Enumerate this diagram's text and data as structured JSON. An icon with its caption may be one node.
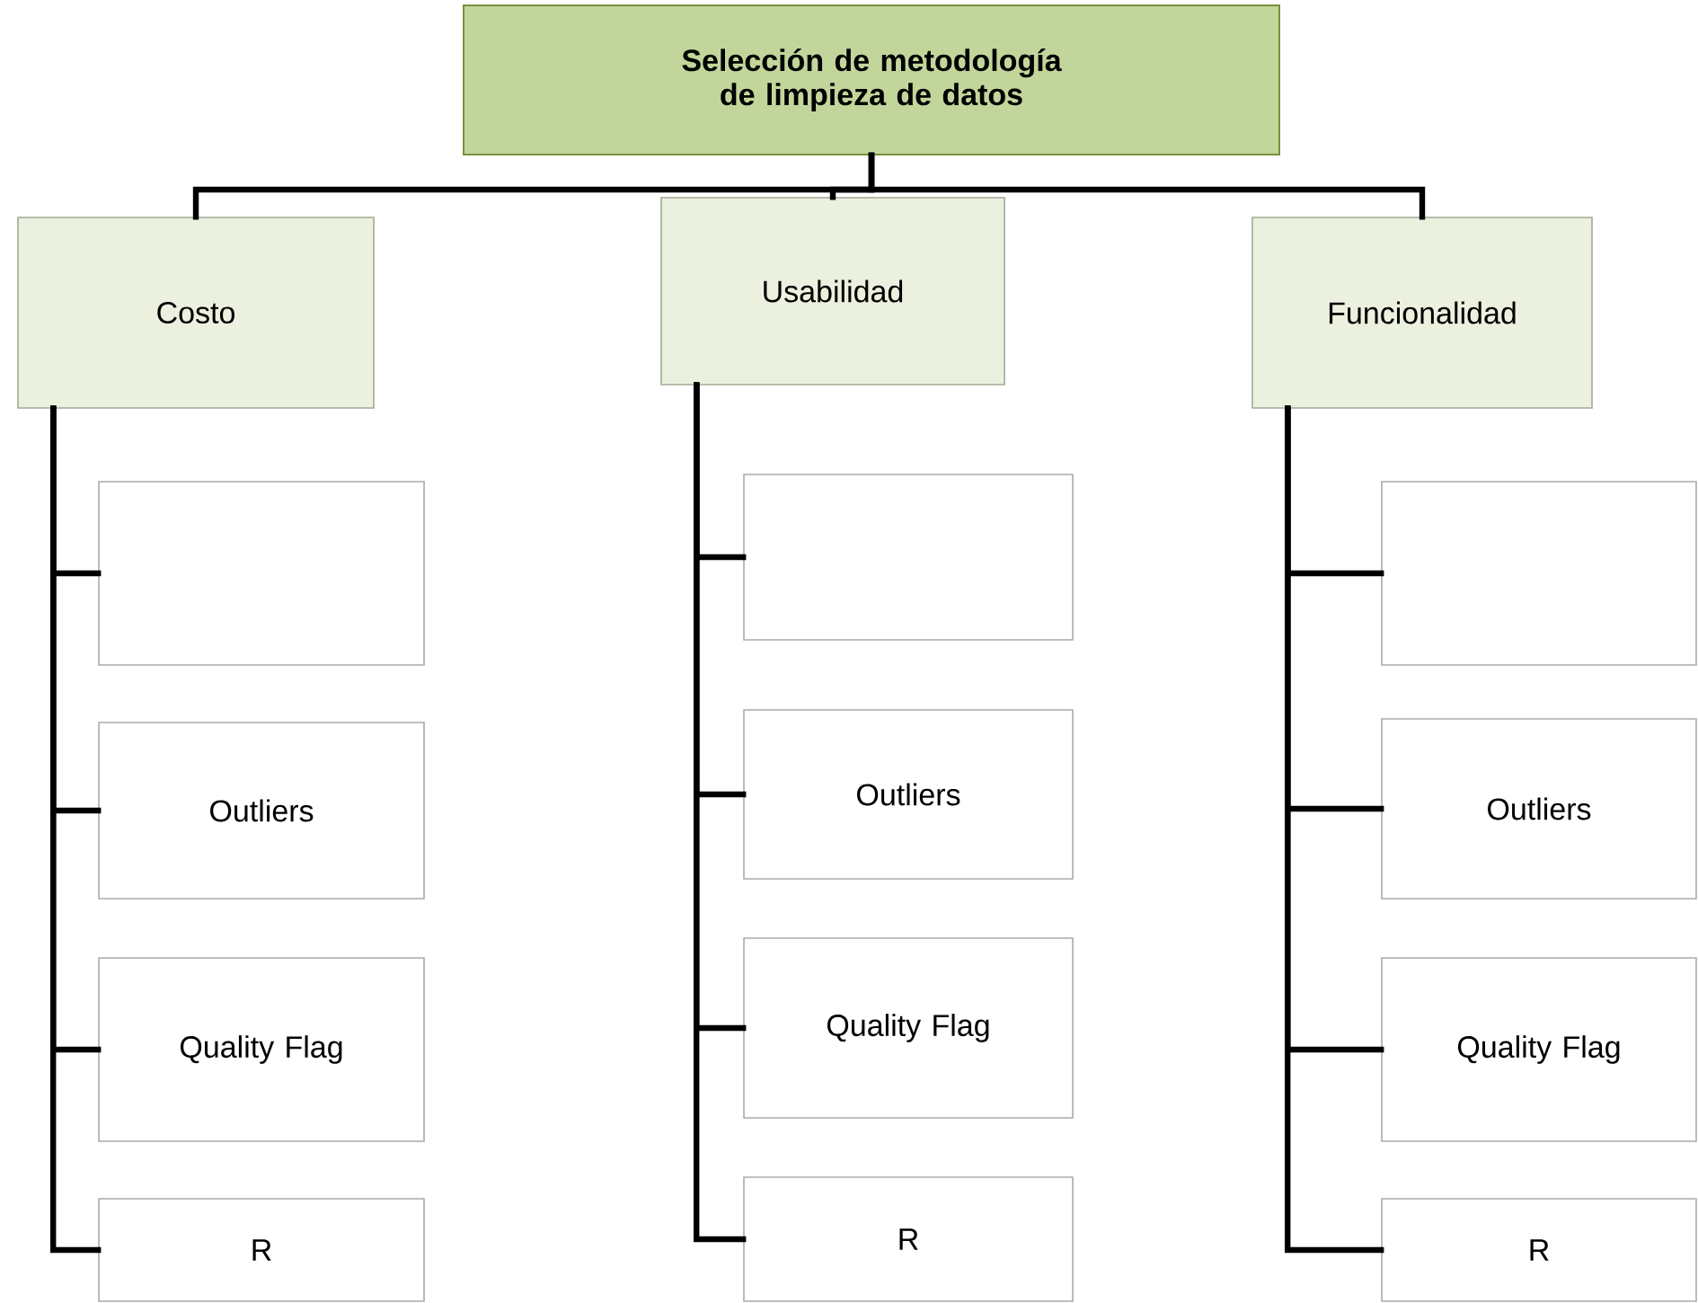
{
  "diagram": {
    "nodes": [
      {
        "text": [
          "Selección de metodología de limpieza de datos"
        ]
      },
      {
        "text": [
          "Costo"
        ]
      },
      {
        "text": [
          "Usabilidad"
        ]
      },
      {
        "text": [
          "Funcionalidad"
        ]
      },
      {
        "text": [],
        "shape": "box"
      },
      {
        "text": [
          "Outliers"
        ]
      },
      {
        "text": [
          "Quality Flag"
        ]
      },
      {
        "text": [
          "R"
        ]
      },
      {
        "text": [],
        "shape": "box"
      },
      {
        "text": [
          "Outliers"
        ]
      },
      {
        "text": [
          "Quality Flag"
        ]
      },
      {
        "text": [
          "R"
        ]
      },
      {
        "text": [],
        "shape": "box"
      },
      {
        "text": [
          "Outliers"
        ]
      },
      {
        "text": [
          "Quality Flag"
        ]
      },
      {
        "text": [
          "R"
        ]
      }
    ],
    "edges": [
      {
        "from": 0,
        "to": 1,
        "arrow": "none"
      },
      {
        "from": 0,
        "to": 2,
        "arrow": "none"
      },
      {
        "from": 0,
        "to": 3,
        "arrow": "none"
      },
      {
        "from": 1,
        "to": 4,
        "arrow": "none"
      },
      {
        "from": 1,
        "to": 5,
        "arrow": "none"
      },
      {
        "from": 1,
        "to": 6,
        "arrow": "none"
      },
      {
        "from": 1,
        "to": 7,
        "arrow": "none"
      },
      {
        "from": 2,
        "to": 8,
        "arrow": "none"
      },
      {
        "from": 2,
        "to": 9,
        "arrow": "none"
      },
      {
        "from": 2,
        "to": 10,
        "arrow": "none"
      },
      {
        "from": 2,
        "to": 11,
        "arrow": "none"
      },
      {
        "from": 3,
        "to": 12,
        "arrow": "none"
      },
      {
        "from": 3,
        "to": 13,
        "arrow": "none"
      },
      {
        "from": 3,
        "to": 14,
        "arrow": "none"
      },
      {
        "from": 3,
        "to": 15,
        "arrow": "none"
      }
    ]
  }
}
